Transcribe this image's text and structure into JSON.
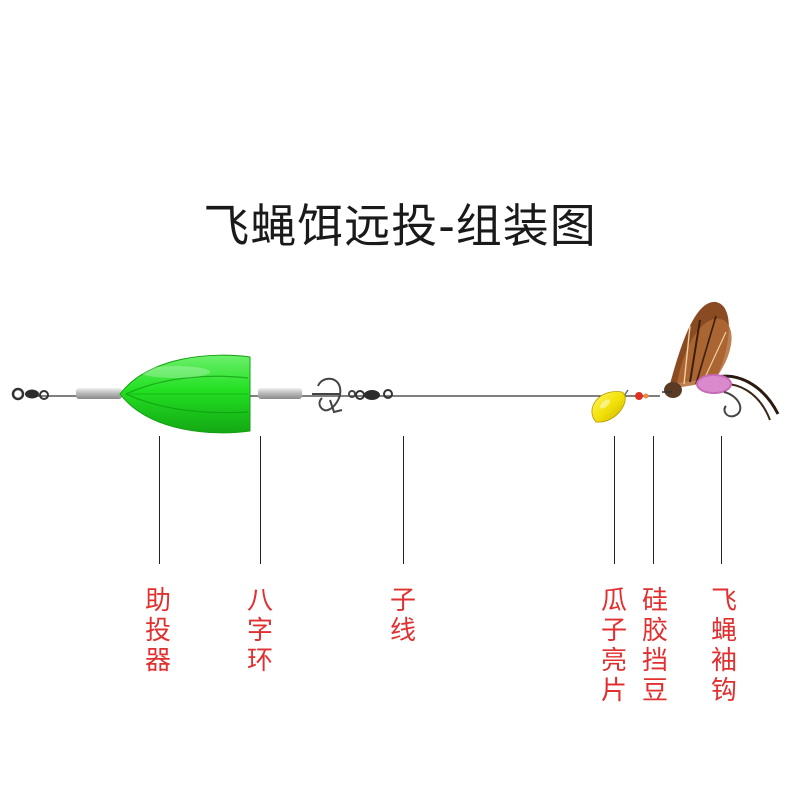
{
  "title": "飞蝇饵远投-组装图",
  "colors": {
    "label": "#e03030",
    "float_body": "#22e022",
    "spinner_blade": "#f4e20a",
    "silicone_bead": "#e03020",
    "line": "#333333"
  },
  "components": [
    {
      "key": "casting-float",
      "label": "助投器"
    },
    {
      "key": "swivel",
      "label": "八字环"
    },
    {
      "key": "leader-line",
      "label": "子线"
    },
    {
      "key": "spinner-blade",
      "label": "瓜子亮片"
    },
    {
      "key": "silicone-stopper",
      "label": "硅胶挡豆"
    },
    {
      "key": "fly-hook",
      "label": "飞蝇袖钩"
    }
  ]
}
